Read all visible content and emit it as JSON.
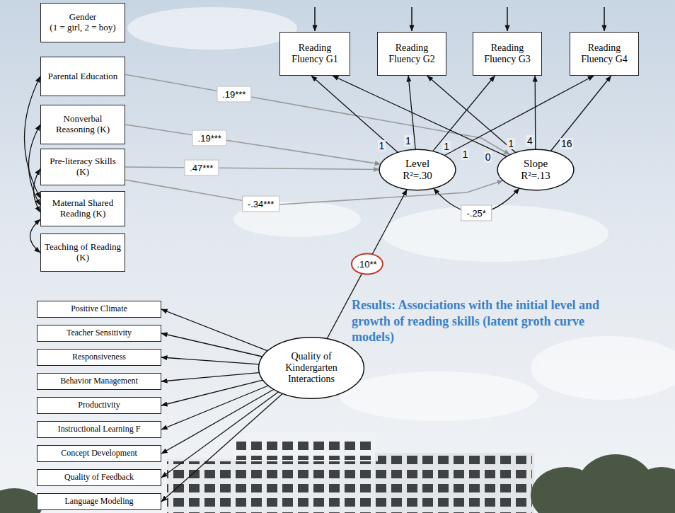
{
  "diagram": {
    "title": "Results: Associations with the initial level and growth of reading skills (latent groth curve models)",
    "nodes": [
      {
        "text": [
          "Gender",
          "(1 = girl, 2 = boy)"
        ]
      },
      {
        "text": [
          "Parental Education"
        ]
      },
      {
        "text": [
          "Nonverbal Reasoning (K)"
        ]
      },
      {
        "text": [
          "Pre-literacy Skills (K)"
        ]
      },
      {
        "text": [
          "Maternal Shared Reading (K)"
        ]
      },
      {
        "text": [
          "Teaching of Reading (K)"
        ]
      },
      {
        "text": [
          "Reading Fluency G1"
        ]
      },
      {
        "text": [
          "Reading Fluency G2"
        ]
      },
      {
        "text": [
          "Reading Fluency G3"
        ]
      },
      {
        "text": [
          "Reading Fluency G4"
        ]
      },
      {
        "text": [
          "Level",
          "R²=.30"
        ]
      },
      {
        "text": [
          "Slope",
          "R²=.13"
        ]
      },
      {
        "text": [
          "Positive Climate"
        ]
      },
      {
        "text": [
          "Teacher Sensitivity"
        ]
      },
      {
        "text": [
          "Responsiveness"
        ]
      },
      {
        "text": [
          "Behavior Management"
        ]
      },
      {
        "text": [
          "Productivity"
        ]
      },
      {
        "text": [
          "Instructional Learning F"
        ]
      },
      {
        "text": [
          "Concept Development"
        ]
      },
      {
        "text": [
          "Quality of Feedback"
        ]
      },
      {
        "text": [
          "Language Modeling"
        ]
      },
      {
        "text": [
          "Quality of Kindergarten Interactions"
        ]
      }
    ],
    "edges": [
      {
        "from": 1,
        "to": 11,
        "arrow": "to",
        "label": ".19***"
      },
      {
        "from": 2,
        "to": 10,
        "arrow": "to",
        "label": ".19***"
      },
      {
        "from": 3,
        "to": 10,
        "arrow": "to",
        "label": ".47***"
      },
      {
        "from": 3,
        "to": 11,
        "arrow": "to",
        "label": "-.34***"
      },
      {
        "from": 10,
        "to": 11,
        "arrow": "both",
        "label": "-.25*"
      },
      {
        "from": 21,
        "to": 10,
        "arrow": "to",
        "label": ".10**"
      },
      {
        "from": 10,
        "to": 6,
        "arrow": "to",
        "label": "1"
      },
      {
        "from": 10,
        "to": 7,
        "arrow": "to",
        "label": "1"
      },
      {
        "from": 10,
        "to": 8,
        "arrow": "to",
        "label": "1"
      },
      {
        "from": 10,
        "to": 9,
        "arrow": "to",
        "label": "1"
      },
      {
        "from": 11,
        "to": 6,
        "arrow": "to",
        "label": "0"
      },
      {
        "from": 11,
        "to": 7,
        "arrow": "to",
        "label": "1"
      },
      {
        "from": 11,
        "to": 8,
        "arrow": "to",
        "label": "4"
      },
      {
        "from": 11,
        "to": 9,
        "arrow": "to",
        "label": "16"
      },
      {
        "from": 21,
        "to": 12,
        "arrow": "to"
      },
      {
        "from": 21,
        "to": 13,
        "arrow": "to"
      },
      {
        "from": 21,
        "to": 14,
        "arrow": "to"
      },
      {
        "from": 21,
        "to": 15,
        "arrow": "to"
      },
      {
        "from": 21,
        "to": 16,
        "arrow": "to"
      },
      {
        "from": 21,
        "to": 17,
        "arrow": "to"
      },
      {
        "from": 21,
        "to": 18,
        "arrow": "to"
      },
      {
        "from": 21,
        "to": 19,
        "arrow": "to"
      },
      {
        "from": 21,
        "to": 20,
        "arrow": "to"
      },
      {
        "from": 1,
        "to": 4,
        "arrow": "both"
      },
      {
        "from": 2,
        "to": 4,
        "arrow": "both"
      },
      {
        "from": 3,
        "to": 4,
        "arrow": "both"
      },
      {
        "from": 4,
        "to": 5,
        "arrow": "both"
      }
    ]
  }
}
